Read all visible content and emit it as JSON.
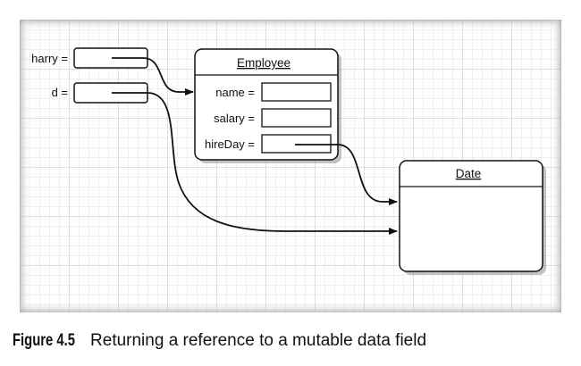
{
  "variables": {
    "harry_label": "harry =",
    "d_label": "d ="
  },
  "employee": {
    "title": "Employee",
    "fields": [
      {
        "label": "name ="
      },
      {
        "label": "salary ="
      },
      {
        "label": "hireDay ="
      }
    ]
  },
  "date": {
    "title": "Date"
  },
  "caption": {
    "figure_number": "Figure 4.5",
    "text": "Returning a reference to a mutable data field"
  }
}
